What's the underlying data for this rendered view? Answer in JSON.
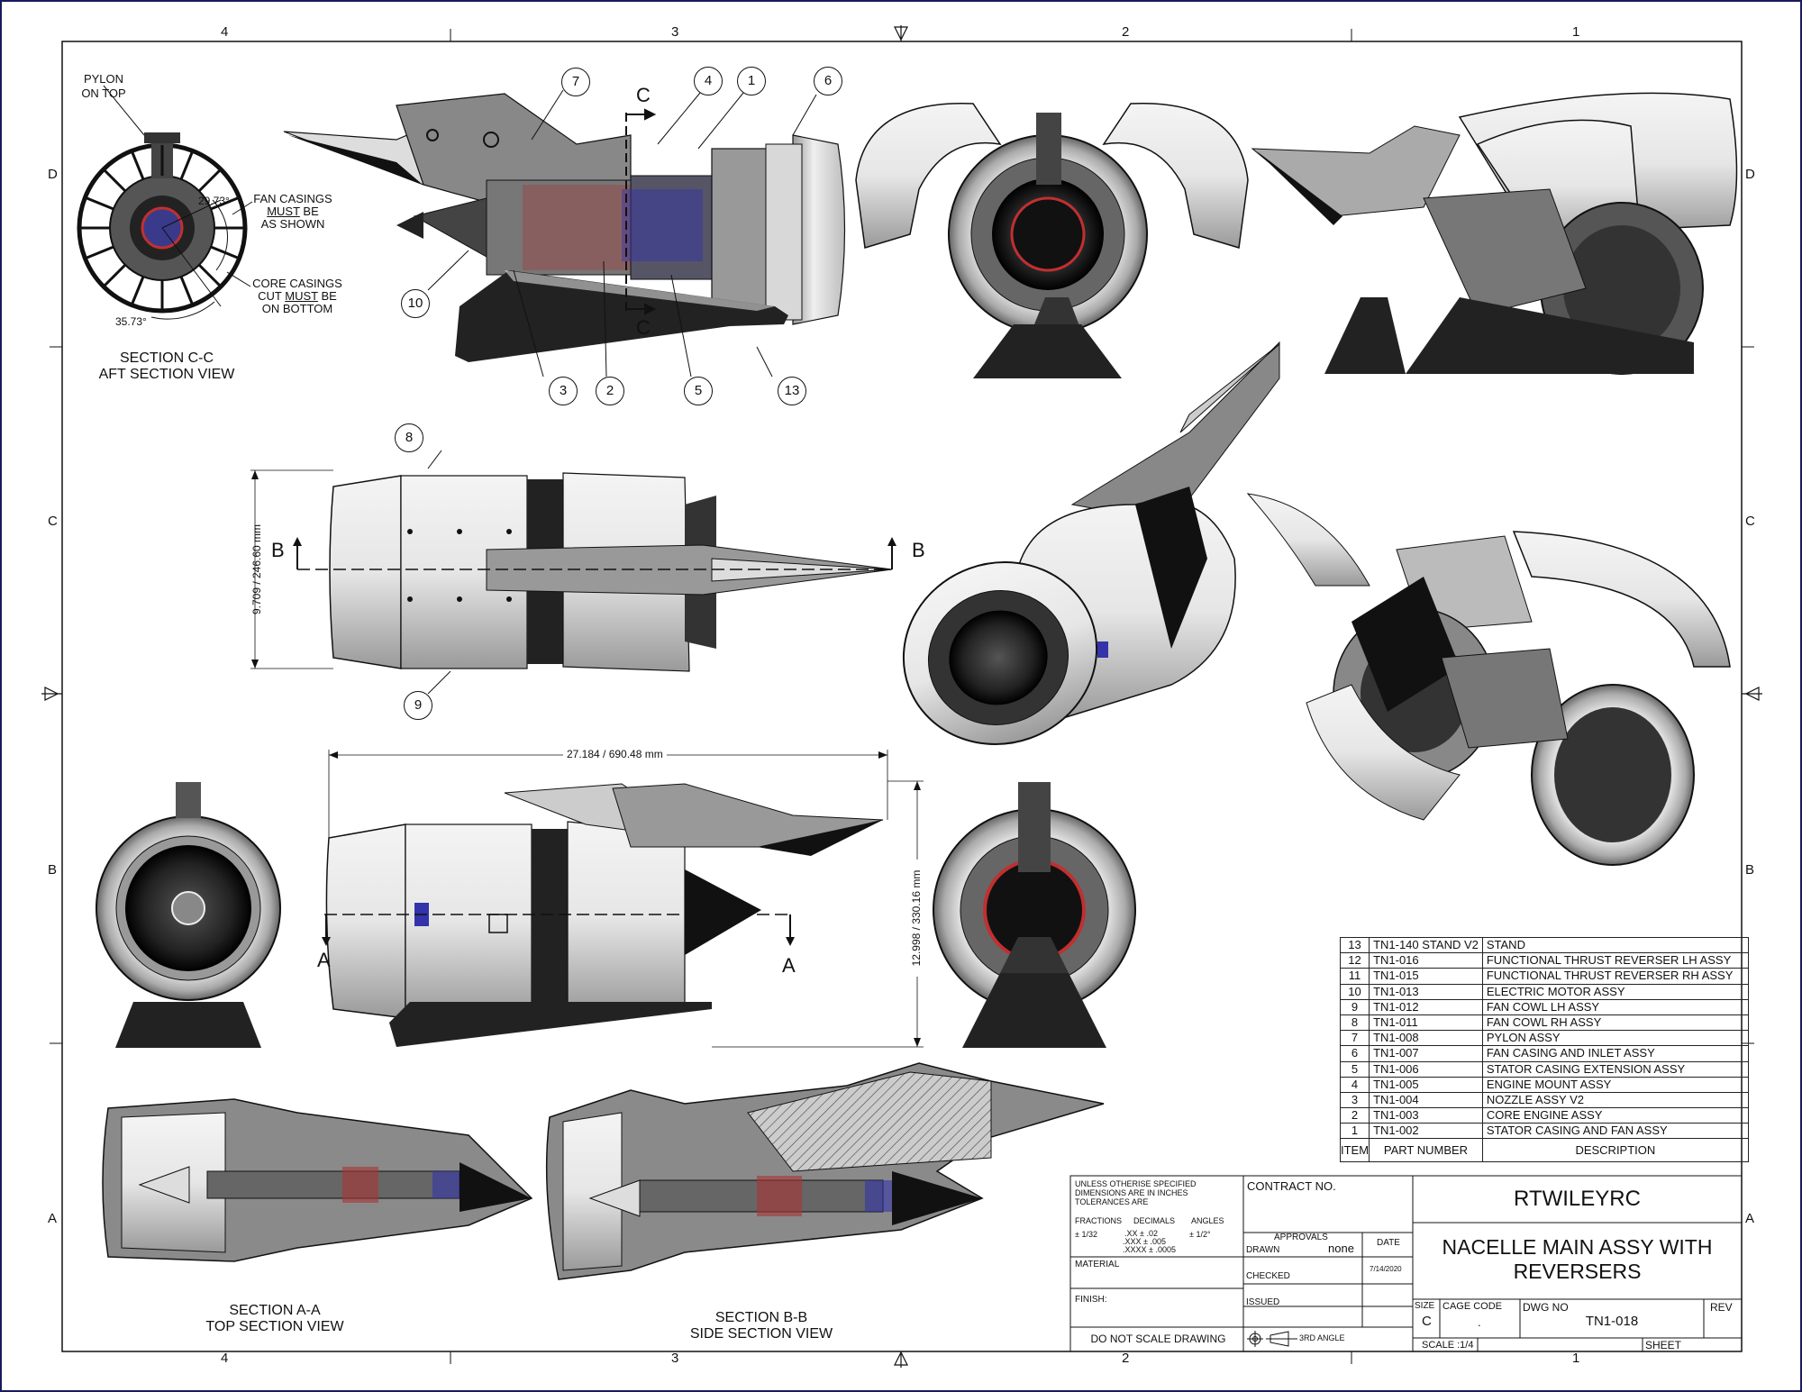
{
  "border": {
    "columns_top": [
      "4",
      "3",
      "2",
      "1"
    ],
    "columns_bottom": [
      "4",
      "3",
      "2",
      "1"
    ],
    "rows_left": [
      "D",
      "C",
      "B",
      "A"
    ],
    "rows_right": [
      "D",
      "C",
      "B",
      "A"
    ]
  },
  "section_cc": {
    "pylon_note": "PYLON\nON TOP",
    "angle_top": "29.73°",
    "angle_bottom": "35.73°",
    "fan_note_1": "FAN CASINGS",
    "fan_note_2": "MUST",
    "fan_note_3": " BE",
    "fan_note_4": "AS SHOWN",
    "core_note_1": "CORE CASINGS",
    "core_note_2": "CUT ",
    "core_note_3": "MUST",
    "core_note_4": " BE",
    "core_note_5": "ON BOTTOM",
    "caption_1": "SECTION C-C",
    "caption_2": "AFT SECTION VIEW"
  },
  "balloons": {
    "b1": "1",
    "b2": "2",
    "b3": "3",
    "b4": "4",
    "b5": "5",
    "b6": "6",
    "b7": "7",
    "b8": "8",
    "b9": "9",
    "b10": "10",
    "b13": "13"
  },
  "section_letters": {
    "c_top": "C",
    "c_bottom": "C",
    "b_left": "B",
    "b_right": "B",
    "a_left": "A",
    "a_right": "A"
  },
  "dimensions": {
    "height_top_view": "9.709 / 246.60 mm",
    "overall_length": "27.184 / 690.48 mm",
    "overall_height": "12.998 / 330.16 mm"
  },
  "captions": {
    "section_aa_1": "SECTION A-A",
    "section_aa_2": "TOP SECTION VIEW",
    "section_bb_1": "SECTION B-B",
    "section_bb_2": "SIDE SECTION VIEW"
  },
  "bom": {
    "rows": [
      {
        "item": "13",
        "part": "TN1-140 STAND V2",
        "desc": "STAND"
      },
      {
        "item": "12",
        "part": "TN1-016",
        "desc": "FUNCTIONAL THRUST REVERSER LH ASSY"
      },
      {
        "item": "11",
        "part": "TN1-015",
        "desc": "FUNCTIONAL THRUST REVERSER RH ASSY"
      },
      {
        "item": "10",
        "part": "TN1-013",
        "desc": "ELECTRIC MOTOR ASSY"
      },
      {
        "item": "9",
        "part": "TN1-012",
        "desc": "FAN COWL LH ASSY"
      },
      {
        "item": "8",
        "part": "TN1-011",
        "desc": "FAN COWL RH ASSY"
      },
      {
        "item": "7",
        "part": "TN1-008",
        "desc": "PYLON ASSY"
      },
      {
        "item": "6",
        "part": "TN1-007",
        "desc": "FAN CASING AND INLET ASSY"
      },
      {
        "item": "5",
        "part": "TN1-006",
        "desc": "STATOR CASING EXTENSION ASSY"
      },
      {
        "item": "4",
        "part": "TN1-005",
        "desc": "ENGINE MOUNT ASSY"
      },
      {
        "item": "3",
        "part": "TN1-004",
        "desc": "NOZZLE ASSY V2"
      },
      {
        "item": "2",
        "part": "TN1-003",
        "desc": "CORE ENGINE ASSY"
      },
      {
        "item": "1",
        "part": "TN1-002",
        "desc": "STATOR CASING AND FAN ASSY"
      }
    ],
    "header": {
      "item": "ITEM",
      "part": "PART NUMBER",
      "desc": "DESCRIPTION"
    }
  },
  "title_block": {
    "tol_1": "UNLESS OTHERISE SPECIFIED",
    "tol_2": "DIMENSIONS ARE IN INCHES",
    "tol_3": "TOLERANCES ARE",
    "fractions": "FRACTIONS",
    "decimals": "DECIMALS",
    "angles": "ANGLES",
    "frac_val": "±  1/32",
    "dec_1": ".XX ± .02",
    "dec_2": ".XXX ± .005",
    "dec_3": ".XXXX ± .0005",
    "ang_val": "±  1/2°",
    "material": "MATERIAL",
    "finish": "FINISH:",
    "do_not_scale": "DO NOT SCALE DRAWING",
    "contract": "CONTRACT NO.",
    "approvals": "APPROVALS",
    "date": "DATE",
    "drawn": "DRAWN",
    "drawn_by": "none",
    "checked": "CHECKED",
    "checked_date": "7/14/2020",
    "issued": "ISSUED",
    "third_angle": "3RD ANGLE",
    "company": "RTWILEYRC",
    "title_1": "NACELLE MAIN ASSY WITH",
    "title_2": "REVERSERS",
    "size_label": "SIZE",
    "size": "C",
    "cage_label": "CAGE CODE",
    "cage": ".",
    "dwg_label": "DWG NO",
    "dwg_no": "TN1-018",
    "rev_label": "REV",
    "scale": "SCALE :1/4",
    "sheet": "SHEET"
  }
}
